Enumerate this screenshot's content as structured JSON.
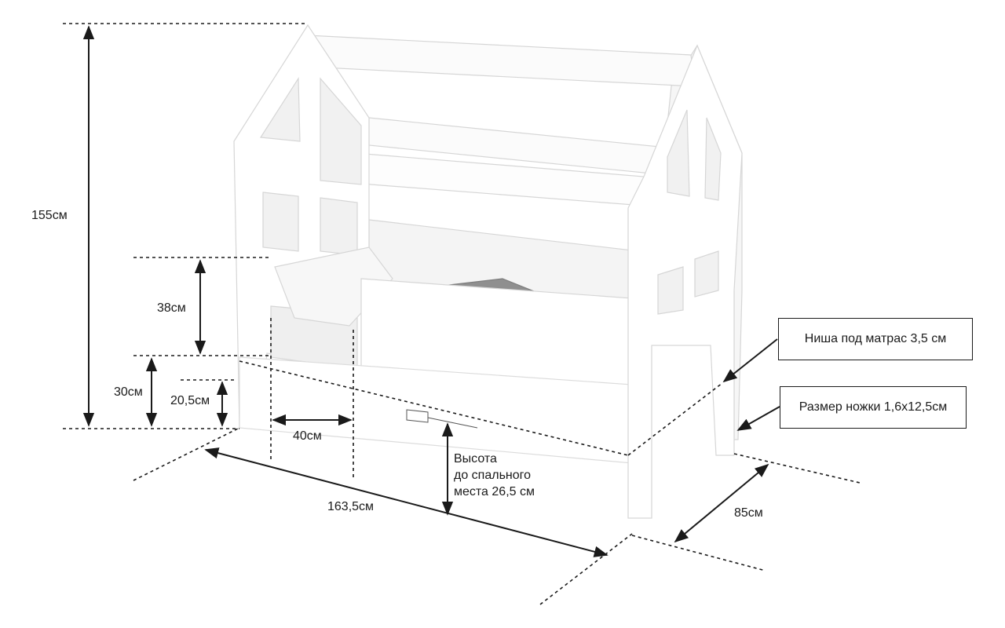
{
  "dimensions": {
    "total_height": "155см",
    "rail_height": "38см",
    "frame_height": "30см",
    "inner_height": "20,5см",
    "opening_width": "40см",
    "length": "163,5см",
    "width": "85см",
    "sleep_height_lines": [
      "Высота",
      "до спального",
      "места 26,5 см"
    ]
  },
  "callouts": {
    "mattress_niche": "Ниша под матрас 3,5 см",
    "leg_size": "Размер ножки 1,6х12,5см"
  },
  "colors": {
    "line": "#1a1a1a",
    "bed": "#ffffff",
    "bed_outline": "#d6d6d6",
    "shade": "#ececec",
    "blanket": "#8f8f8f"
  }
}
